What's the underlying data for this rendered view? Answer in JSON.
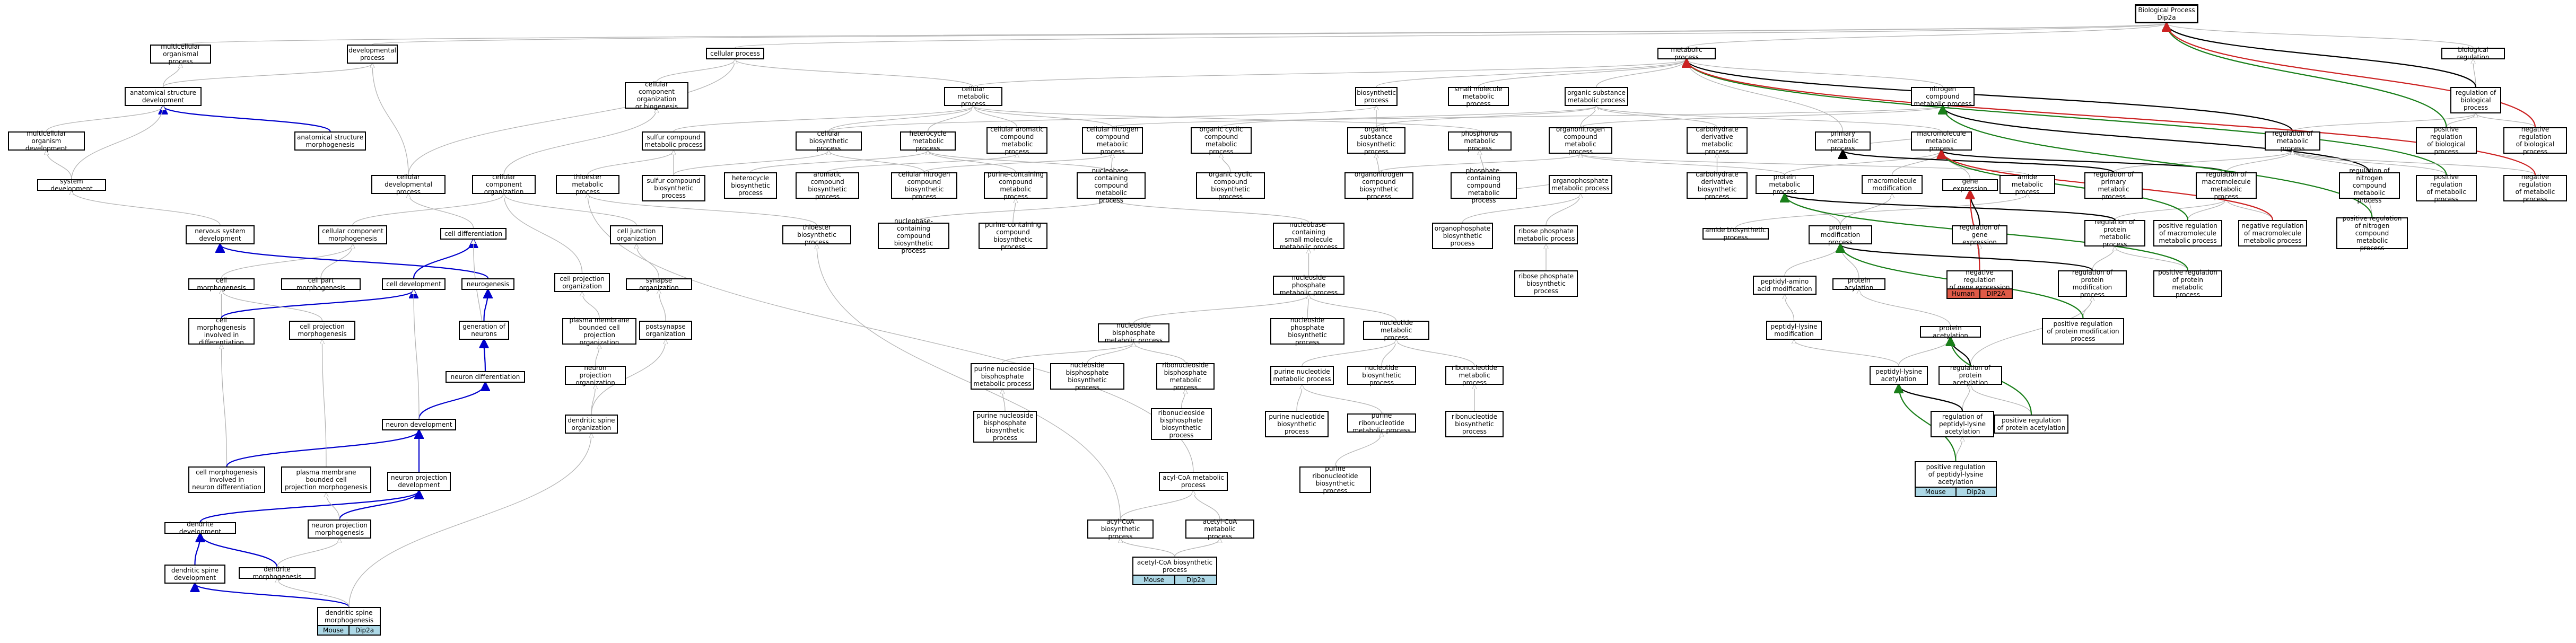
{
  "title": "Biological Process\nDip2a",
  "legend_colors": {
    "is_a": "#b4b4b4",
    "part_of": "#0000cc",
    "regulates": "#000000",
    "positively_regulates": "#1a7f1a",
    "negatively_regulates": "#cc2222"
  },
  "badge_colors": {
    "mouse": "#add8e6",
    "human": "#e05a47"
  },
  "nodes": [
    {
      "id": "bp",
      "label": "Biological Process\nDip2a"
    },
    {
      "id": "moproc",
      "label": "multicellular\norganismal process"
    },
    {
      "id": "devproc",
      "label": "developmental\nprocess"
    },
    {
      "id": "cellproc",
      "label": "cellular process"
    },
    {
      "id": "metab",
      "label": "metabolic process"
    },
    {
      "id": "bioreg",
      "label": "biological regulation"
    },
    {
      "id": "anatdev",
      "label": "anatomical structure\ndevelopment"
    },
    {
      "id": "ccorg",
      "label": "cellular component\norganization\nor biogenesis"
    },
    {
      "id": "cellmet",
      "label": "cellular metabolic\nprocess"
    },
    {
      "id": "biosyn",
      "label": "biosynthetic\nprocess"
    },
    {
      "id": "smallmol",
      "label": "small molecule\nmetabolic process"
    },
    {
      "id": "orgsub",
      "label": "organic substance\nmetabolic process"
    },
    {
      "id": "nitro",
      "label": "nitrogen compound\nmetabolic process"
    },
    {
      "id": "regbio",
      "label": "regulation of\nbiological\nprocess"
    },
    {
      "id": "mcodev",
      "label": "multicellular\norganism development"
    },
    {
      "id": "anatmorph",
      "label": "anatomical structure\nmorphogenesis"
    },
    {
      "id": "sulfur",
      "label": "sulfur compound\nmetabolic process"
    },
    {
      "id": "cellbiosyn",
      "label": "cellular biosynthetic\nprocess"
    },
    {
      "id": "hetero",
      "label": "heterocycle\nmetabolic process"
    },
    {
      "id": "cellarom",
      "label": "cellular aromatic\ncompound metabolic\nprocess"
    },
    {
      "id": "cellnitro",
      "label": "cellular nitrogen\ncompound metabolic\nprocess"
    },
    {
      "id": "orgcyc",
      "label": "organic cyclic\ncompound metabolic\nprocess"
    },
    {
      "id": "orgsubbio",
      "label": "organic substance\nbiosynthetic\nprocess"
    },
    {
      "id": "phos",
      "label": "phosphorus metabolic\nprocess"
    },
    {
      "id": "organonit",
      "label": "organonitrogen\ncompound metabolic\nprocess"
    },
    {
      "id": "carbder",
      "label": "carbohydrate\nderivative metabolic\nprocess"
    },
    {
      "id": "primmet",
      "label": "primary metabolic\nprocess"
    },
    {
      "id": "macromol",
      "label": "macromolecule\nmetabolic process"
    },
    {
      "id": "regmet",
      "label": "regulation of\nmetabolic process"
    },
    {
      "id": "posregbio",
      "label": "positive regulation\nof biological\nprocess"
    },
    {
      "id": "negregbio",
      "label": "negative regulation\nof biological\nprocess"
    },
    {
      "id": "sysdev",
      "label": "system development"
    },
    {
      "id": "celldevproc",
      "label": "cellular developmental\nprocess"
    },
    {
      "id": "ccorg2",
      "label": "cellular component\norganization"
    },
    {
      "id": "thioester",
      "label": "thioester metabolic\nprocess"
    },
    {
      "id": "sulfbio",
      "label": "sulfur compound\nbiosynthetic\nprocess"
    },
    {
      "id": "heterobio",
      "label": "heterocycle\nbiosynthetic\nprocess"
    },
    {
      "id": "arombio",
      "label": "aromatic compound\nbiosynthetic\nprocess"
    },
    {
      "id": "cellnitrobio",
      "label": "cellular nitrogen\ncompound biosynthetic\nprocess"
    },
    {
      "id": "purinecont",
      "label": "purine-containing\ncompound metabolic\nprocess"
    },
    {
      "id": "nucbasecont",
      "label": "nucleobase-containing\ncompound metabolic\nprocess"
    },
    {
      "id": "orgcycbio",
      "label": "organic cyclic\ncompound biosynthetic\nprocess"
    },
    {
      "id": "organonitbio",
      "label": "organonitrogen\ncompound biosynthetic\nprocess"
    },
    {
      "id": "phosphcont",
      "label": "phosphate-containing\ncompound metabolic\nprocess"
    },
    {
      "id": "carbderbio",
      "label": "carbohydrate\nderivative biosynthetic\nprocess"
    },
    {
      "id": "protmet",
      "label": "protein metabolic\nprocess"
    },
    {
      "id": "macromod",
      "label": "macromolecule\nmodification"
    },
    {
      "id": "geneexp",
      "label": "gene expression"
    },
    {
      "id": "amidemet",
      "label": "amide metabolic\nprocess"
    },
    {
      "id": "regprim",
      "label": "regulation of\nprimary metabolic\nprocess"
    },
    {
      "id": "regmacro",
      "label": "regulation of\nmacromolecule\nmetabolic process"
    },
    {
      "id": "regnitro",
      "label": "regulation of\nnitrogen compound\nmetabolic process"
    },
    {
      "id": "posregmet",
      "label": "positive regulation\nof metabolic\nprocess"
    },
    {
      "id": "negregmet",
      "label": "negative regulation\nof metabolic\nprocess"
    },
    {
      "id": "organophos",
      "label": "organophosphate\nmetabolic process"
    },
    {
      "id": "nervdev",
      "label": "nervous system\ndevelopment"
    },
    {
      "id": "ccmorph",
      "label": "cellular component\nmorphogenesis"
    },
    {
      "id": "celldiff",
      "label": "cell differentiation"
    },
    {
      "id": "celljunc",
      "label": "cell junction\norganization"
    },
    {
      "id": "thioesterbio",
      "label": "thioester biosynthetic\nprocess"
    },
    {
      "id": "nucbasebio",
      "label": "nucleobase-containing\ncompound biosynthetic\nprocess"
    },
    {
      "id": "purinebio",
      "label": "purine-containing\ncompound biosynthetic\nprocess"
    },
    {
      "id": "nucbasesmall",
      "label": "nucleobase-containing\nsmall molecule\nmetabolic process"
    },
    {
      "id": "organophosbio",
      "label": "organophosphate\nbiosynthetic\nprocess"
    },
    {
      "id": "ribosephos",
      "label": "ribose phosphate\nmetabolic process"
    },
    {
      "id": "amidebio",
      "label": "amide biosynthetic\nprocess"
    },
    {
      "id": "protmod",
      "label": "protein modification\nprocess"
    },
    {
      "id": "reggeneexp",
      "label": "regulation of\ngene expression"
    },
    {
      "id": "regprotmet",
      "label": "regulation of\nprotein metabolic\nprocess"
    },
    {
      "id": "posregmacro",
      "label": "positive regulation\nof macromolecule\nmetabolic process"
    },
    {
      "id": "negregmacro",
      "label": "negative regulation\nof macromolecule\nmetabolic process"
    },
    {
      "id": "posregnitro",
      "label": "positive regulation\nof nitrogen\ncompound metabolic\nprocess"
    },
    {
      "id": "cellmorph",
      "label": "cell morphogenesis"
    },
    {
      "id": "cellpartmorph",
      "label": "cell part morphogenesis"
    },
    {
      "id": "celldev",
      "label": "cell development"
    },
    {
      "id": "neurogen",
      "label": "neurogenesis"
    },
    {
      "id": "cellprojorg",
      "label": "cell projection\norganization"
    },
    {
      "id": "synorg",
      "label": "synapse organization"
    },
    {
      "id": "nucphosmet",
      "label": "nucleoside phosphate\nmetabolic process"
    },
    {
      "id": "ribosephosbio",
      "label": "ribose phosphate\nbiosynthetic\nprocess"
    },
    {
      "id": "peptaa",
      "label": "peptidyl-amino\nacid modification"
    },
    {
      "id": "protacyl",
      "label": "protein acylation"
    },
    {
      "id": "negreggeneexp",
      "label": "negative regulation\nof gene expression"
    },
    {
      "id": "regprotmod",
      "label": "regulation of\nprotein modification\nprocess"
    },
    {
      "id": "posregprotmet",
      "label": "positive regulation\nof protein metabolic\nprocess"
    },
    {
      "id": "cellmorphdiff",
      "label": "cell morphogenesis\ninvolved in\ndifferentiation"
    },
    {
      "id": "cellprojmorph",
      "label": "cell projection\nmorphogenesis"
    },
    {
      "id": "genneur",
      "label": "generation of\nneurons"
    },
    {
      "id": "pmbcellproj",
      "label": "plasma membrane\nbounded cell\nprojection organization"
    },
    {
      "id": "postsyn",
      "label": "postsynapse\norganization"
    },
    {
      "id": "nucphosbio",
      "label": "nucleoside phosphate\nbiosynthetic\nprocess"
    },
    {
      "id": "nucleotidemet",
      "label": "nucleotide metabolic\nprocess"
    },
    {
      "id": "posregprotmod",
      "label": "positive regulation\nof protein modification\nprocess"
    },
    {
      "id": "peptlys",
      "label": "peptidyl-lysine\nmodification"
    },
    {
      "id": "protacet",
      "label": "protein acetylation"
    },
    {
      "id": "neurdiff",
      "label": "neuron differentiation"
    },
    {
      "id": "nucbisphos",
      "label": "nucleoside bisphosphate\nmetabolic process"
    },
    {
      "id": "neuronproj",
      "label": "neuron projection\norganization"
    },
    {
      "id": "purnucleoside",
      "label": "purine nucleoside\nbisphosphate\nmetabolic process"
    },
    {
      "id": "purnucbisbio",
      "label": "nucleoside bisphosphate\nbiosynthetic\nprocess"
    },
    {
      "id": "ribonucbis",
      "label": "ribonucleoside\nbisphosphate\nmetabolic process"
    },
    {
      "id": "purnucmet",
      "label": "purine nucleotide\nmetabolic process"
    },
    {
      "id": "nucleotidebio",
      "label": "nucleotide biosynthetic\nprocess"
    },
    {
      "id": "ribonucmet",
      "label": "ribonucleotide\nmetabolic process"
    },
    {
      "id": "peptlysacet",
      "label": "peptidyl-lysine\nacetylation"
    },
    {
      "id": "regprotacet",
      "label": "regulation of\nprotein acetylation"
    },
    {
      "id": "neurondev",
      "label": "neuron development"
    },
    {
      "id": "dendspineorg",
      "label": "dendritic spine\norganization"
    },
    {
      "id": "purnucbisbio2",
      "label": "purine nucleoside\nbisphosphate\nbiosynthetic\nprocess"
    },
    {
      "id": "ribonucbisbio",
      "label": "ribonucleoside\nbisphosphate\nbiosynthetic\nprocess"
    },
    {
      "id": "purnucbio",
      "label": "purine nucleotide\nbiosynthetic\nprocess"
    },
    {
      "id": "purribonucmet",
      "label": "purine ribonucleotide\nmetabolic process"
    },
    {
      "id": "ribonucbio",
      "label": "ribonucleotide\nbiosynthetic\nprocess"
    },
    {
      "id": "regpeptlysacet",
      "label": "regulation of\npeptidyl-lysine\nacetylation"
    },
    {
      "id": "posregprotacet",
      "label": "positive regulation\nof protein acetylation"
    },
    {
      "id": "cellmorphneur",
      "label": "cell morphogenesis\ninvolved in\nneuron differentiation"
    },
    {
      "id": "pmbcellprojmorph",
      "label": "plasma membrane\nbounded cell\nprojection morphogenesis"
    },
    {
      "id": "neuronprojdev",
      "label": "neuron projection\ndevelopment"
    },
    {
      "id": "acylcoa",
      "label": "acyl-CoA metabolic\nprocess"
    },
    {
      "id": "purribonucbio",
      "label": "purine ribonucleotide\nbiosynthetic\nprocess"
    },
    {
      "id": "dendritedev",
      "label": "dendrite development"
    },
    {
      "id": "neuronprojmorph",
      "label": "neuron projection\nmorphogenesis"
    },
    {
      "id": "acylcoabio",
      "label": "acyl-CoA biosynthetic\nprocess"
    },
    {
      "id": "acetylcoamet",
      "label": "acetyl-CoA metabolic\nprocess"
    },
    {
      "id": "posregpeptlys",
      "label": "positive regulation\nof peptidyl-lysine\nacetylation"
    },
    {
      "id": "dendspinedev",
      "label": "dendritic spine\ndevelopment"
    },
    {
      "id": "dendmorph",
      "label": "dendrite morphogenesis"
    },
    {
      "id": "acetylcoabio",
      "label": "acetyl-CoA biosynthetic\nprocess"
    },
    {
      "id": "dendspinemorph",
      "label": "dendritic spine\nmorphogenesis"
    }
  ],
  "badges": [
    {
      "for": "dendspinemorph",
      "items": [
        "Mouse",
        "Dip2a"
      ],
      "color": "mouse"
    },
    {
      "for": "acetylcoabio",
      "items": [
        "Mouse",
        "Dip2a"
      ],
      "color": "mouse"
    },
    {
      "for": "posregpeptlys",
      "items": [
        "Mouse",
        "Dip2a"
      ],
      "color": "mouse"
    },
    {
      "for": "negreggeneexp",
      "items": [
        "Human",
        "DIP2A"
      ],
      "color": "human"
    }
  ]
}
